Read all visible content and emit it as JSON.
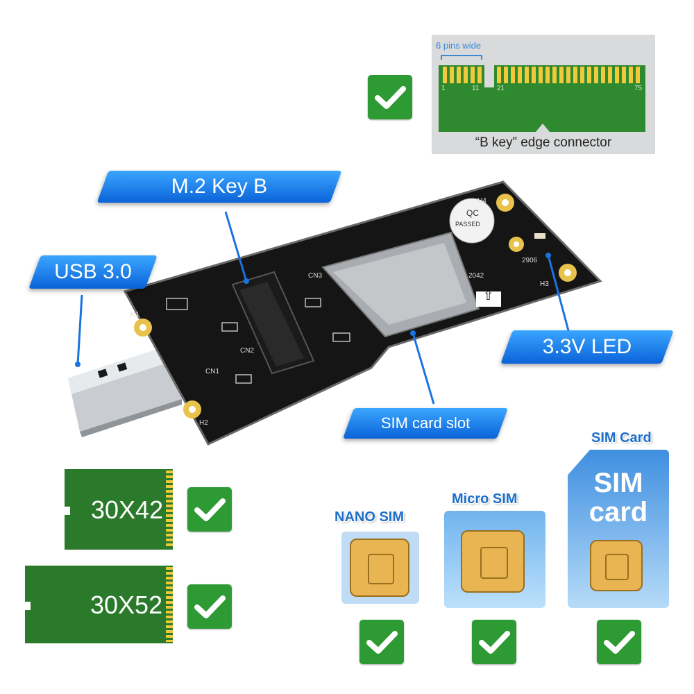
{
  "edge_connector": {
    "pins_label": "6 pins wide",
    "pin_numbers": [
      "1",
      "11",
      "21",
      "75"
    ],
    "caption": "“B key” edge connector"
  },
  "callouts": {
    "m2_key_b": "M.2 Key B",
    "usb_30": "USB 3.0",
    "led": "3.3V LED",
    "sim_slot": "SIM card slot"
  },
  "board_silkscreen": {
    "h1": "H1",
    "h2": "H2",
    "h3": "H3",
    "h4": "H4",
    "cn1": "CN1",
    "cn2": "CN2",
    "cn3": "CN3",
    "qc": "QC",
    "passed": "PASSED",
    "code_a": "2042",
    "code_b": "2906"
  },
  "m2_sizes": [
    {
      "label": "30X42"
    },
    {
      "label": "30X52"
    }
  ],
  "sim_types": [
    {
      "title": "NANO SIM"
    },
    {
      "title": "Micro SIM"
    },
    {
      "title": "SIM Card",
      "card_text_1": "SIM",
      "card_text_2": "card"
    }
  ],
  "colors": {
    "check_green": "#2e9a34",
    "callout_blue": "#0b63d8",
    "pcb_green": "#2b7a2b",
    "gold": "#e8c24a",
    "board_black": "#151515"
  },
  "icons": [
    "check-icon",
    "arrow-up-icon"
  ]
}
